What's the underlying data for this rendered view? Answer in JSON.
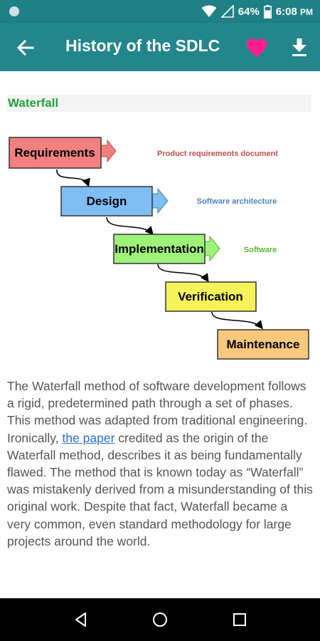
{
  "status_bar": {
    "battery": "64%",
    "time": "6:08",
    "ampm": "PM"
  },
  "app_bar": {
    "title": "History of the SDLC",
    "back_icon": "arrow-back-icon",
    "favorite_icon": "heart-icon",
    "download_icon": "download-icon",
    "favorite_color": "#ff1f8e"
  },
  "section": {
    "heading": "Waterfall"
  },
  "diagram": {
    "phases": [
      {
        "label": "Requirements",
        "output": "Product requirements document",
        "fill": "#f28080",
        "output_color": "#c0504d"
      },
      {
        "label": "Design",
        "output": "Software architecture",
        "fill": "#80bdf2",
        "output_color": "#4f81bd"
      },
      {
        "label": "Implementation",
        "output": "Software",
        "fill": "#9ef27a",
        "output_color": "#58b62c"
      },
      {
        "label": "Verification",
        "output": "",
        "fill": "#f7f25a",
        "output_color": ""
      },
      {
        "label": "Maintenance",
        "output": "",
        "fill": "#f8c87c",
        "output_color": ""
      }
    ]
  },
  "body": {
    "text_before_link": "The Waterfall method of software development follows a rigid, predetermined path through a set of phases. This method was adapted from traditional engineering. Ironically, ",
    "link_text": "the paper",
    "text_after_link": " credited as the origin of the Waterfall method, describes it as being fundamentally flawed. The method that is known today as “Waterfall” was mistakenly derived from a misunderstanding of this original work. Despite that fact, Waterfall became a very common, even standard methodology for large projects around the world."
  },
  "nav_bar": {
    "back_icon": "nav-back-icon",
    "home_icon": "nav-home-icon",
    "recents_icon": "nav-recents-icon"
  }
}
